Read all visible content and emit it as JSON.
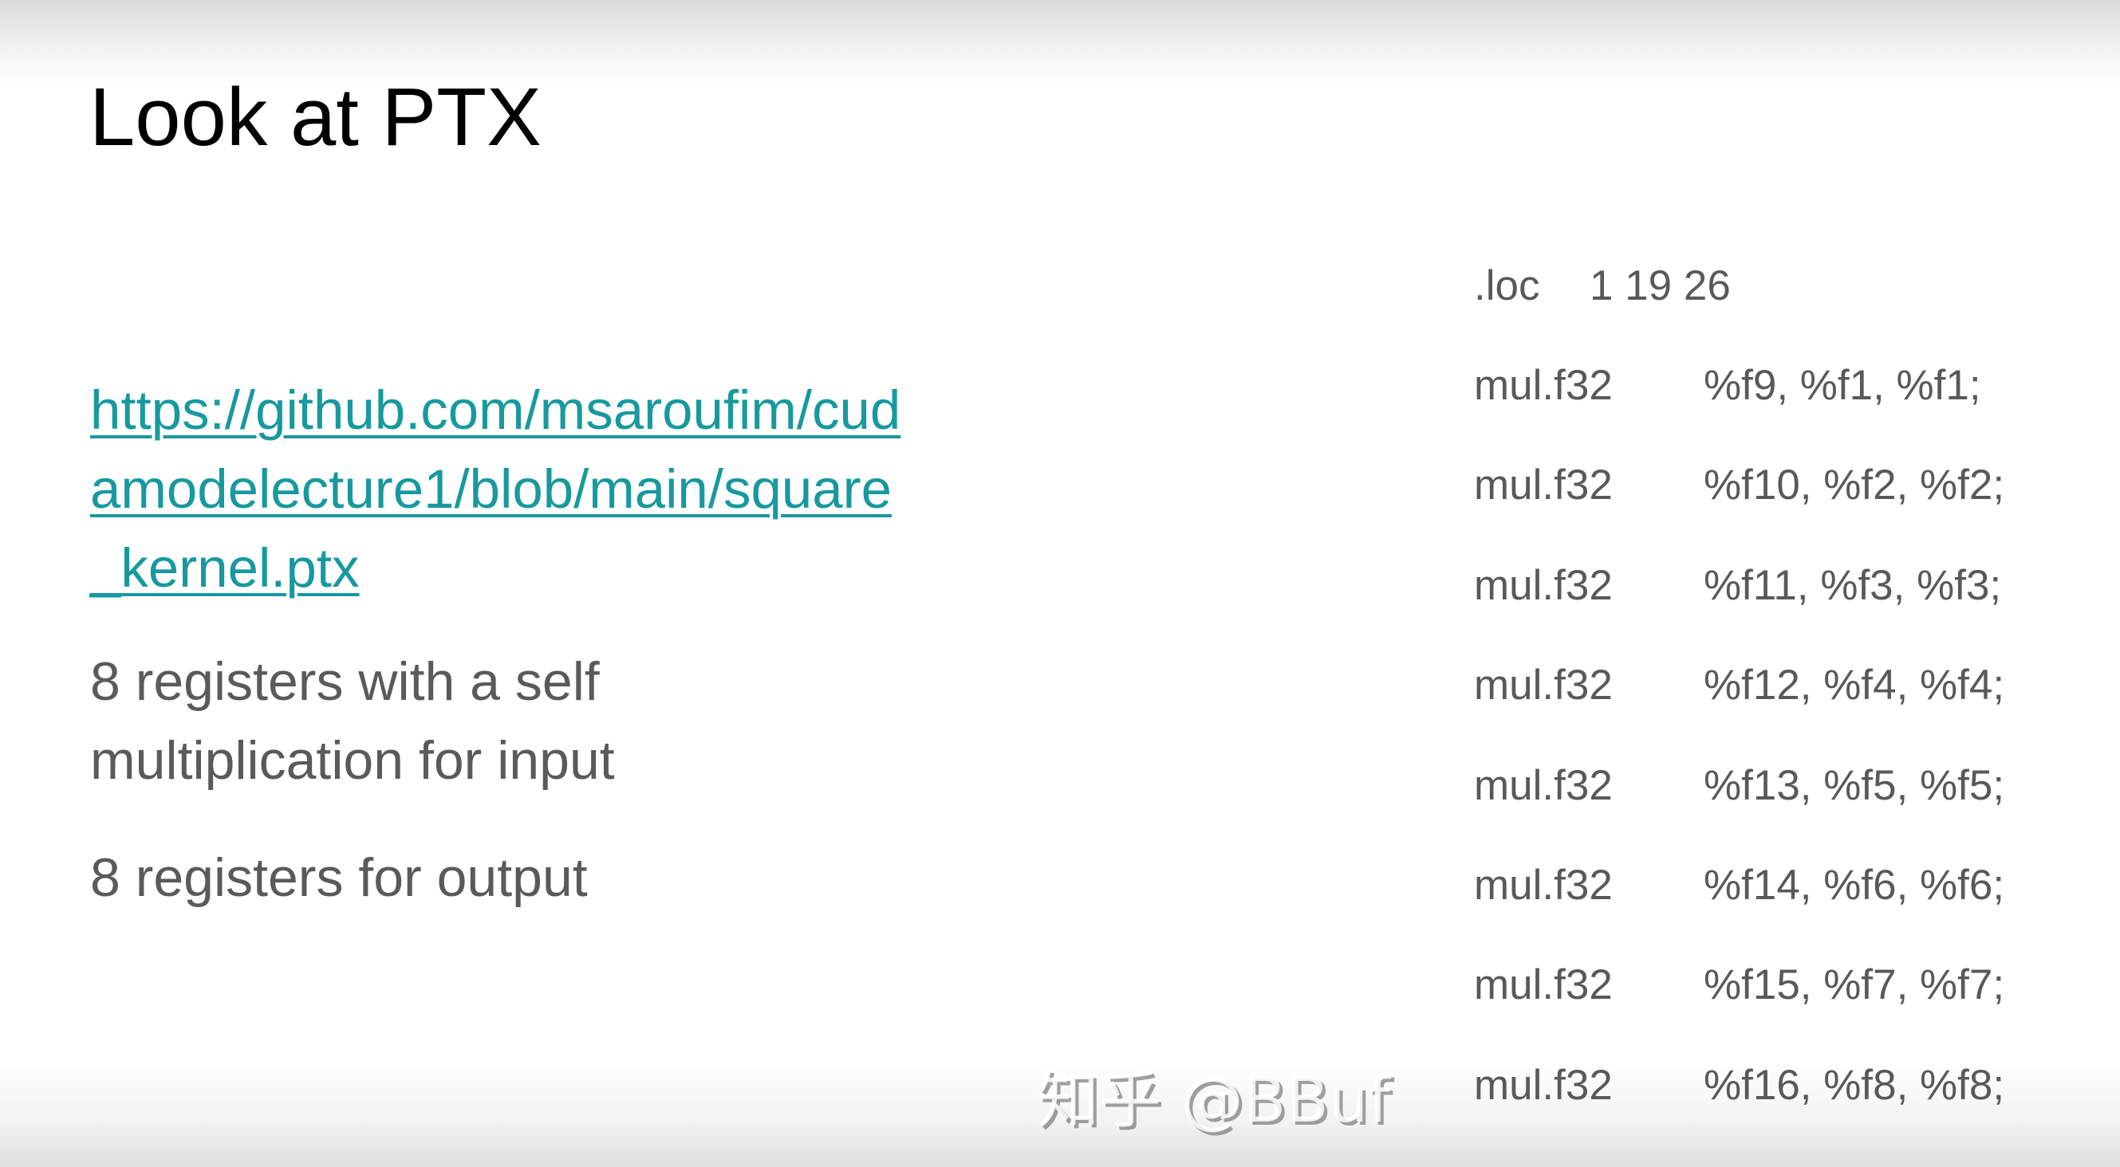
{
  "slide": {
    "title": "Look at PTX",
    "link_lines": [
      "https://github.com/msaroufim/cud",
      "amodelecture1/blob/main/square",
      "_kernel.ptx"
    ],
    "para1_lines": [
      "8 registers with a self",
      "multiplication for input"
    ],
    "para2": "8 registers for output",
    "colors": {
      "link": "#17999e",
      "body_text": "#5a5a5a",
      "title": "#000000"
    }
  },
  "code": {
    "loc_directive": ".loc",
    "loc_args": "1 19 26",
    "lines": [
      {
        "op": "mul.f32",
        "args": "%f9, %f1, %f1;"
      },
      {
        "op": "mul.f32",
        "args": "%f10, %f2, %f2;"
      },
      {
        "op": "mul.f32",
        "args": "%f11, %f3, %f3;"
      },
      {
        "op": "mul.f32",
        "args": "%f12, %f4, %f4;"
      },
      {
        "op": "mul.f32",
        "args": "%f13, %f5, %f5;"
      },
      {
        "op": "mul.f32",
        "args": "%f14, %f6, %f6;"
      },
      {
        "op": "mul.f32",
        "args": "%f15, %f7, %f7;"
      },
      {
        "op": "mul.f32",
        "args": "%f16, %f8, %f8;"
      }
    ]
  },
  "watermark": "知乎 @BBuf"
}
